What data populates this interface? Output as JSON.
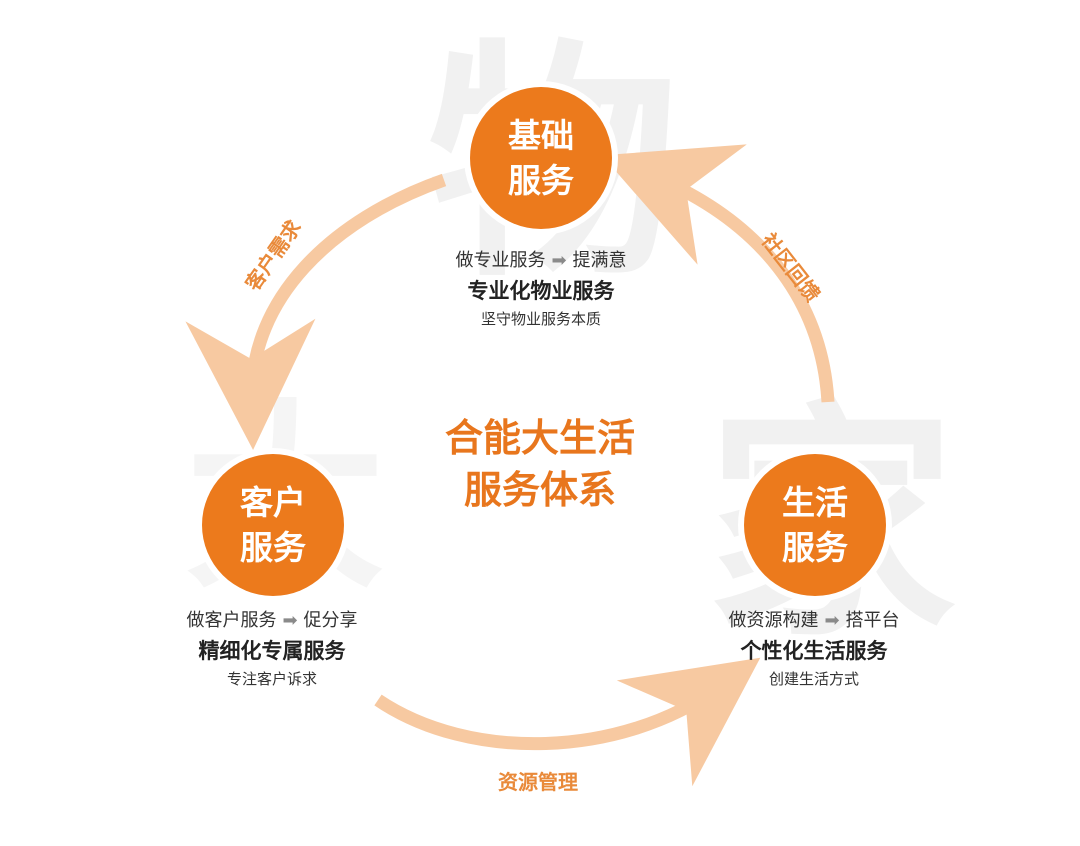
{
  "watermarks": {
    "top": "物",
    "right": "家",
    "left": "大"
  },
  "center": {
    "line1": "合能大生活",
    "line2": "服务体系"
  },
  "nodes": {
    "top": {
      "line1": "基础",
      "line2": "服务",
      "flow_from": "做专业服务",
      "flow_arrow": "➡",
      "flow_to": "提满意",
      "headline": "专业化物业服务",
      "sub": "坚守物业服务本质"
    },
    "left": {
      "line1": "客户",
      "line2": "服务",
      "flow_from": "做客户服务",
      "flow_arrow": "➡",
      "flow_to": "促分享",
      "headline": "精细化专属服务",
      "sub": "专注客户诉求"
    },
    "right": {
      "line1": "生活",
      "line2": "服务",
      "flow_from": "做资源构建",
      "flow_arrow": "➡",
      "flow_to": "搭平台",
      "headline": "个性化生活服务",
      "sub": "创建生活方式"
    }
  },
  "edges": {
    "left": "客户需求",
    "right": "社区回馈",
    "bottom": "资源管理"
  },
  "colors": {
    "node": "#ec7a1c",
    "arc": "#f7c9a1",
    "center_text": "#e8761d",
    "edge_text": "#e98a3a"
  }
}
